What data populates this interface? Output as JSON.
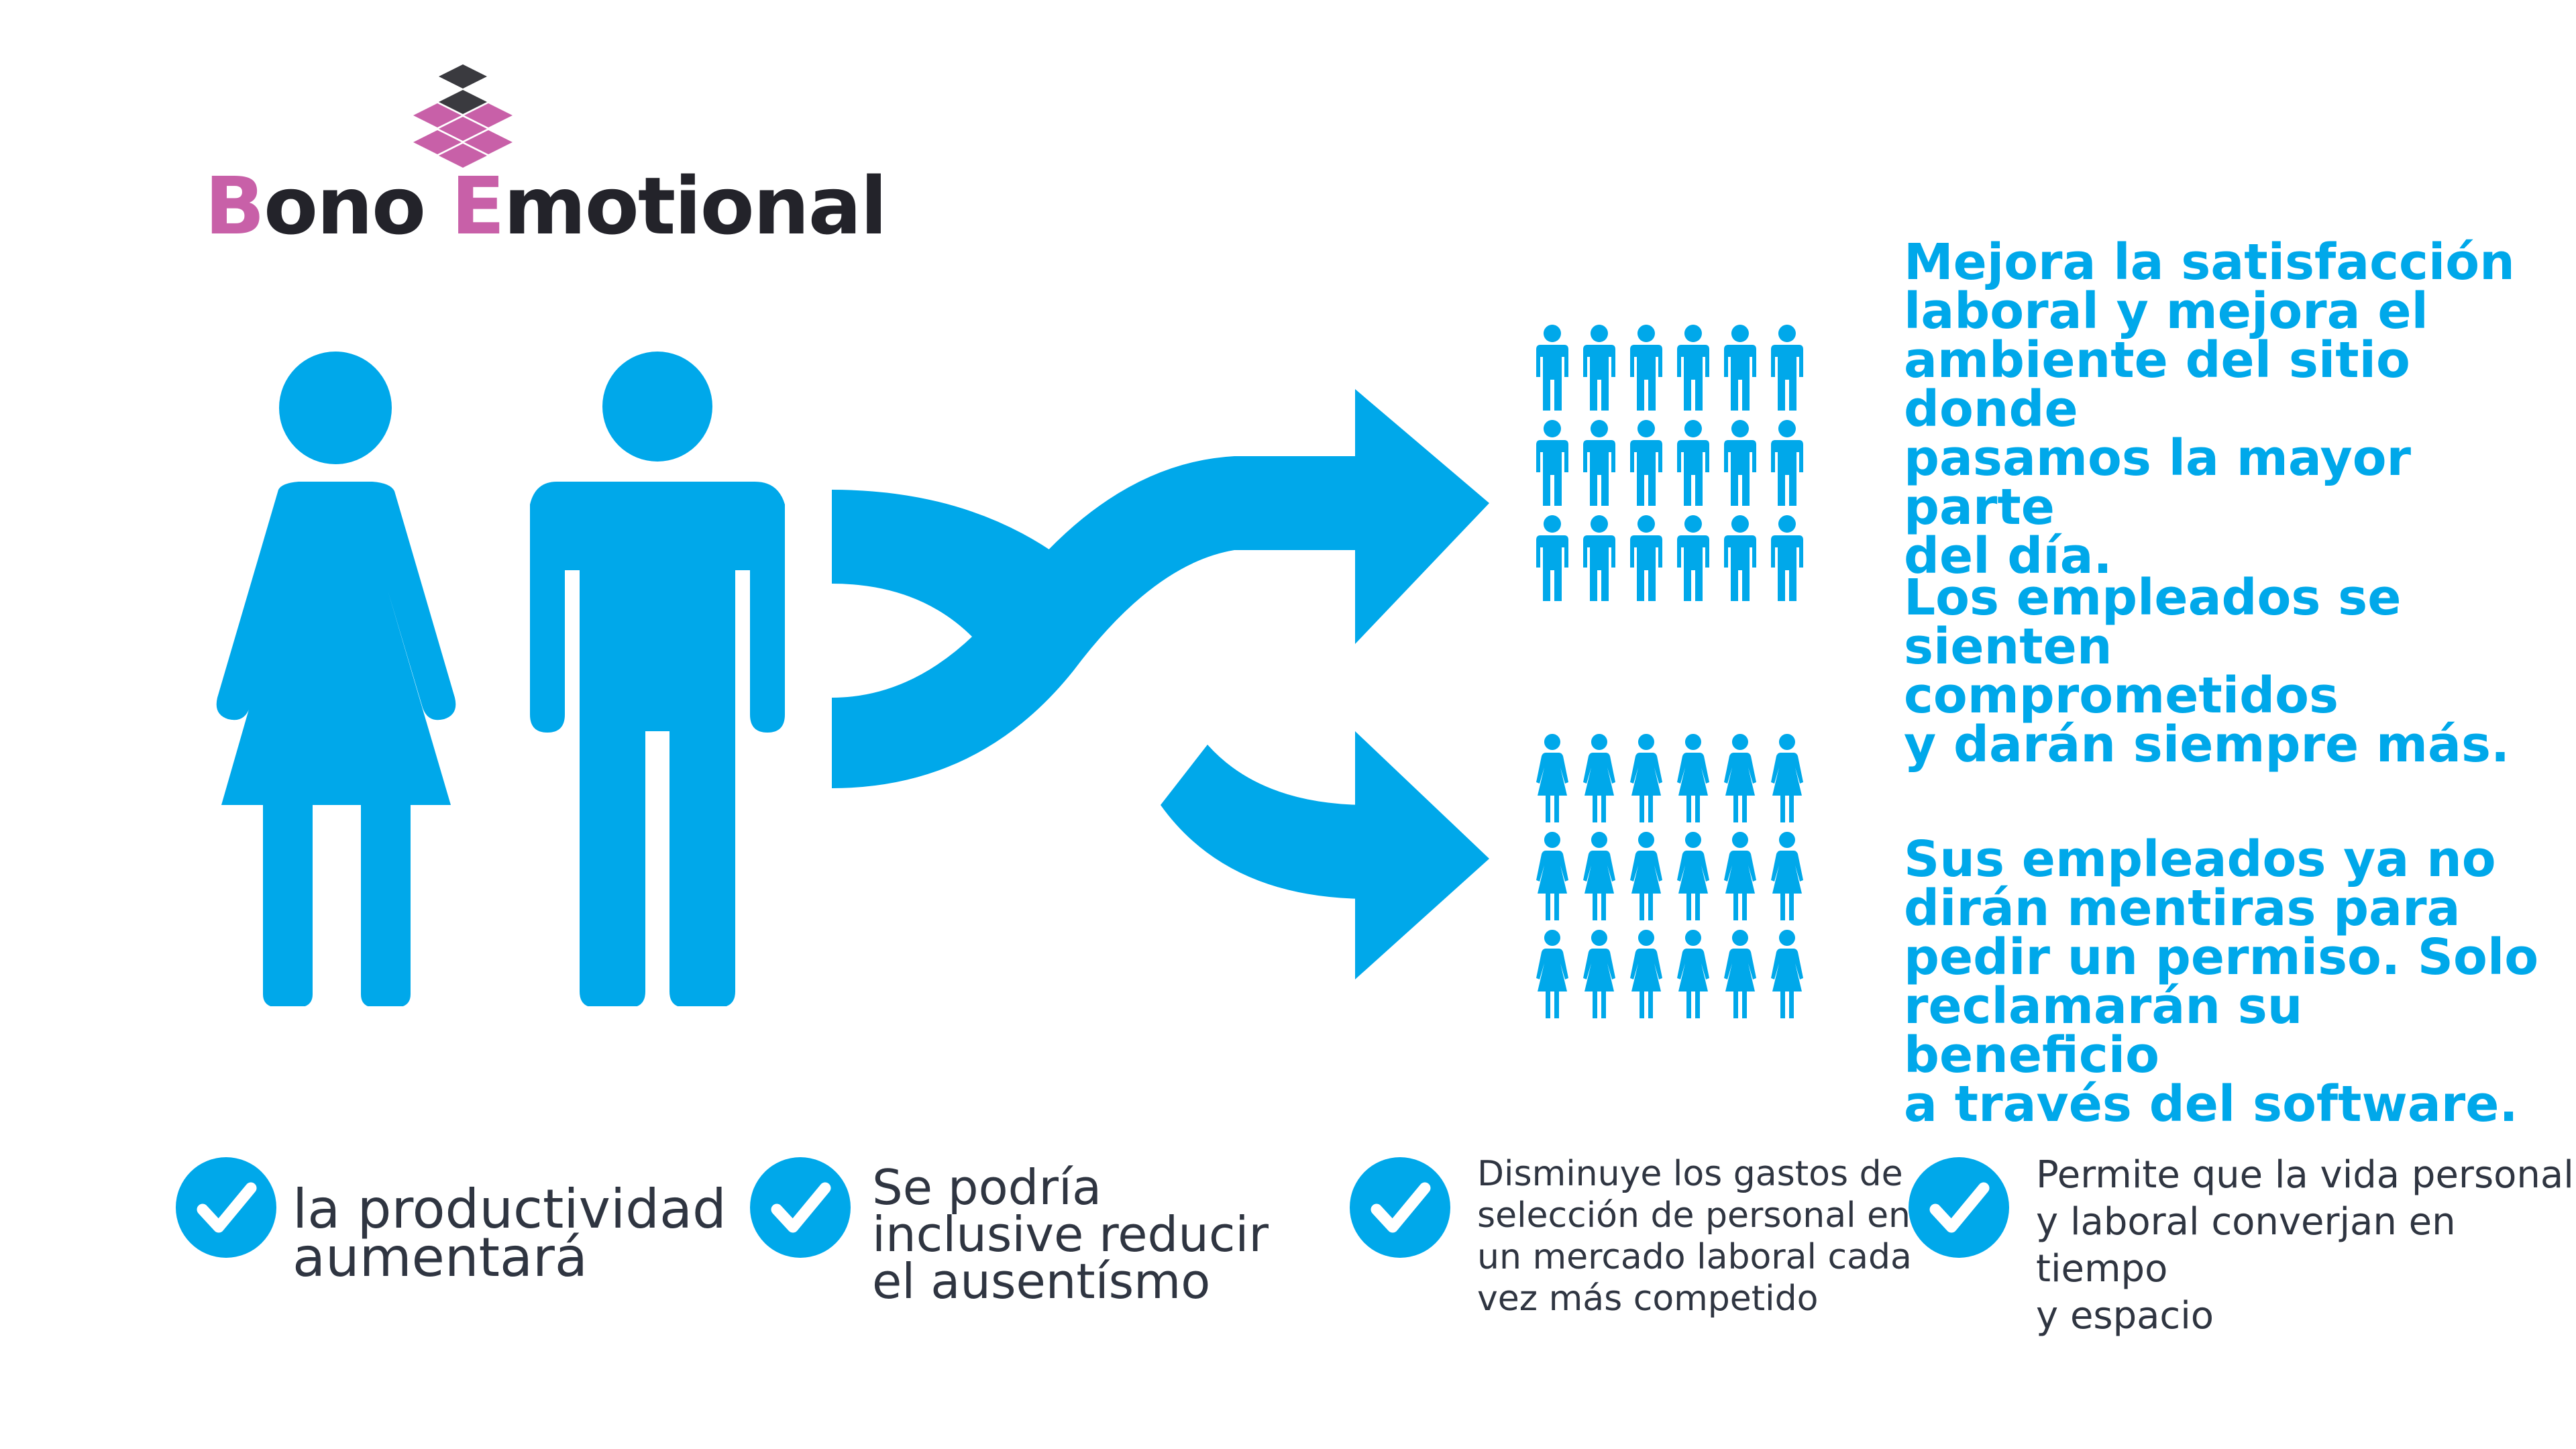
{
  "brand": {
    "name_initial_1": "B",
    "name_rest_1": "ono ",
    "name_initial_2": "E",
    "name_rest_2": "motional",
    "accent_color": "#c860a8",
    "text_color": "#23232a",
    "mark_dark_color": "#3a3a3f"
  },
  "colors": {
    "primary_blue": "#00a8ea",
    "body_text": "#2f3541",
    "background": "#ffffff"
  },
  "icons": {
    "figures": [
      "woman-icon",
      "man-icon"
    ],
    "arrows": "shuffle-arrows-icon",
    "top_group": "male-people-grid-icon",
    "bottom_group": "female-people-grid-icon",
    "check": "checkmark-circle-icon"
  },
  "messages": [
    "Mejora la satisfacción\nlaboral y mejora el\nambiente del sitio donde\npasamos la mayor parte\ndel día.",
    "Los empleados se\nsienten comprometidos\ny darán siempre más.",
    "Sus empleados ya no\ndirán mentiras para\npedir un permiso. Solo\nreclamarán su beneficio\na través del software."
  ],
  "benefits": [
    "la productividad\naumentará",
    "Se podría\ninclusive reducir\nel ausentísmo",
    "Disminuye los gastos de\nselección de personal en\nun mercado laboral cada\nvez más competido",
    "Permite que la vida personal\ny laboral converjan en tiempo\ny espacio"
  ]
}
